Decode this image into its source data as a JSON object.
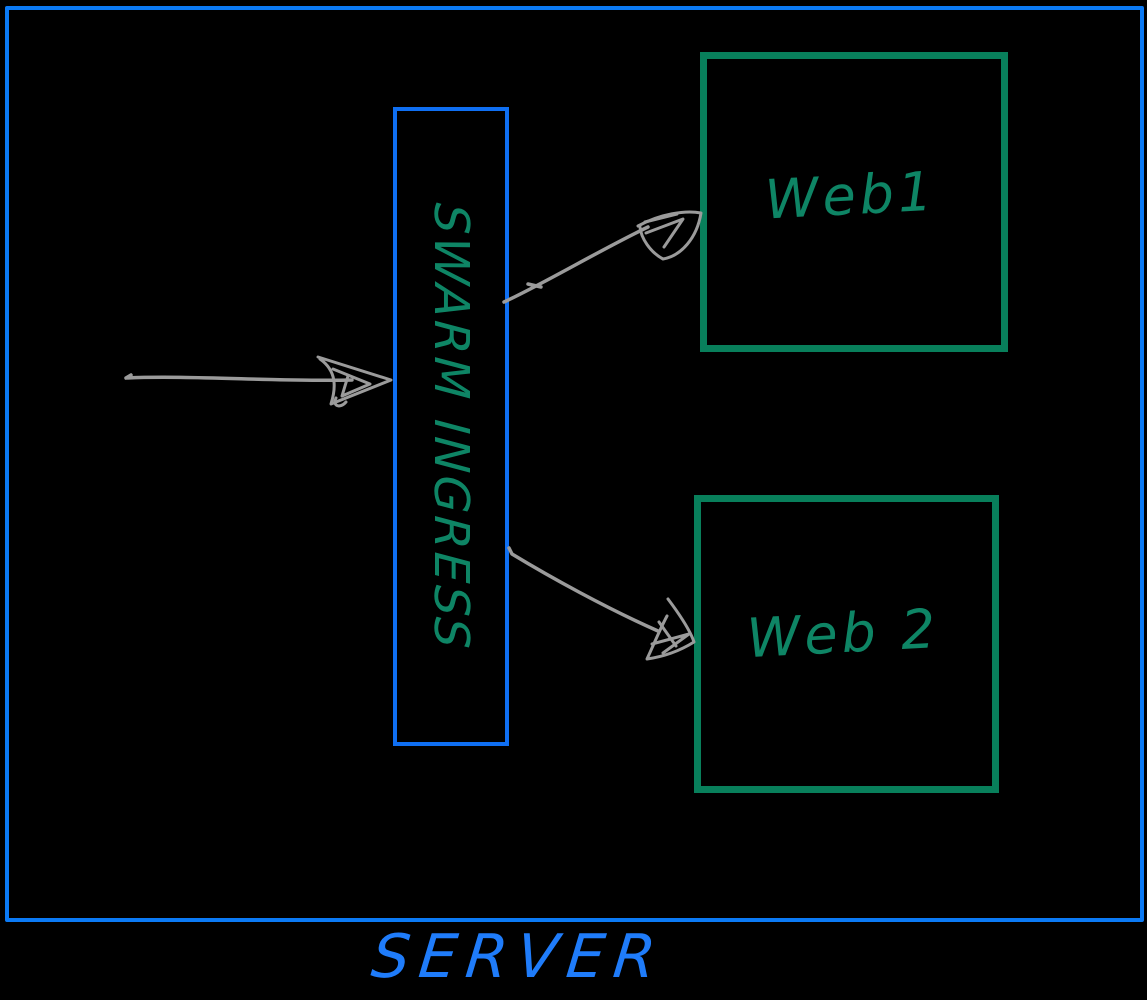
{
  "diagram": {
    "server": {
      "label": "SERVER"
    },
    "ingress": {
      "label": "SWARM INGRESS"
    },
    "web1": {
      "label": "Web1"
    },
    "web2": {
      "label": "Web 2"
    },
    "edges": [
      {
        "from": "external-traffic",
        "to": "swarm-ingress"
      },
      {
        "from": "swarm-ingress",
        "to": "web1"
      },
      {
        "from": "swarm-ingress",
        "to": "web2"
      }
    ],
    "colors": {
      "background": "#000000",
      "server_border_blue": "#0b7af5",
      "ingress_border_blue": "#0f6ff2",
      "server_label_blue": "#1f7cfa",
      "web_border_green": "#087f5b",
      "label_green": "#0e8565",
      "arrow_gray": "#9b9b9b"
    }
  }
}
